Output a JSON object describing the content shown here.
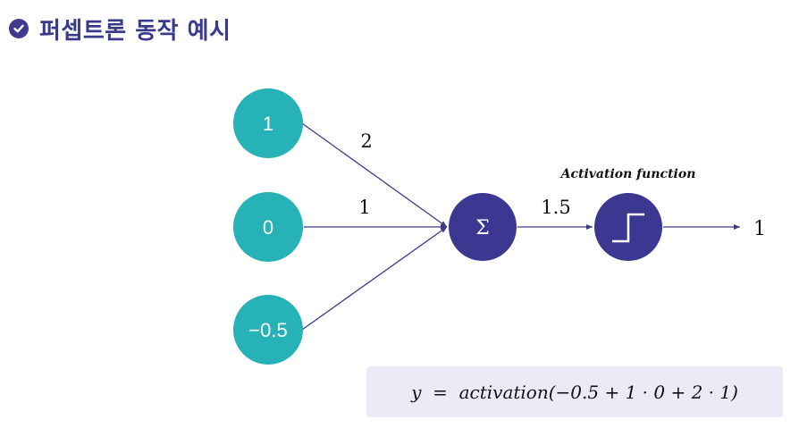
{
  "title": "퍼셉트론 동작 예시",
  "icons": {
    "title_badge": "check-circle-icon",
    "step": "step-function-icon",
    "sum": "sigma"
  },
  "colors": {
    "input_node": "#27b2b8",
    "processing_node": "#3c3791",
    "edge": "#3c3a8c",
    "title": "#3a3a8c",
    "formula_bg": "#eceaf6"
  },
  "diagram": {
    "inputs": [
      {
        "label": "1",
        "weight": "2"
      },
      {
        "label": "0",
        "weight": "1"
      },
      {
        "label": "−0.5"
      }
    ],
    "sum_symbol": "Σ",
    "sum_output": "1.5",
    "activation_label": "Activation function",
    "output": "1"
  },
  "formula": "y  =  activation(−0.5 + 1 · 0 + 2 · 1)"
}
